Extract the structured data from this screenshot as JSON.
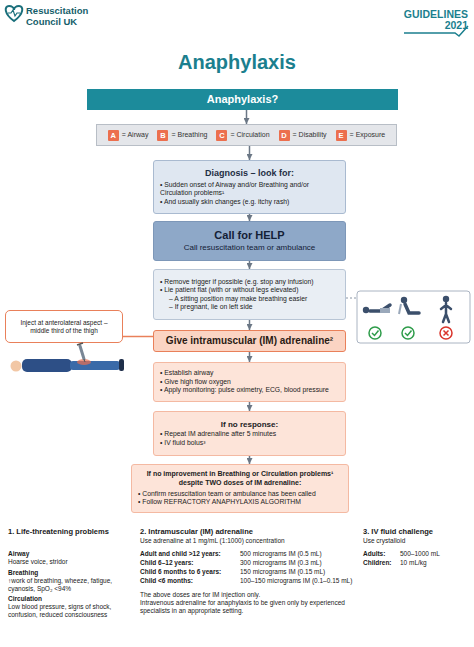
{
  "diagram": {
    "title": "Anaphylaxis",
    "nodes": [
      {
        "text": [
          "Anaphylaxis?"
        ]
      },
      {
        "text": [
          "A",
          "= Airway",
          "B",
          "= Breathing",
          "C",
          "= Circulation",
          "D",
          "= Disability",
          "E",
          "= Exposure"
        ]
      },
      {
        "text": [
          "Diagnosis – look for:",
          "• Sudden onset of Airway and/or Breathing and/or Circulation problems¹",
          "• And usually skin changes (e.g. itchy rash)"
        ]
      },
      {
        "text": [
          "Call for HELP",
          "Call resuscitation team or ambulance"
        ]
      },
      {
        "text": [
          "• Remove trigger if possible (e.g. stop any infusion)",
          "• Lie patient flat (with or without legs elevated)",
          "– A sitting position may make breathing easier",
          "– If pregnant, lie on left side"
        ]
      },
      {
        "text": [
          "Give intramuscular (IM) adrenaline²"
        ]
      },
      {
        "text": [
          "Inject at anterolateral aspect – middle third of the thigh"
        ]
      },
      {
        "text": [
          "• Establish airway",
          "• Give high flow oxygen",
          "• Apply monitoring: pulse oximetry, ECG, blood pressure"
        ]
      },
      {
        "text": [
          "If no response:",
          "• Repeat IM adrenaline after 5 minutes",
          "• IV fluid bolus³"
        ]
      },
      {
        "text": [
          "If no improvement in Breathing or Circulation problems¹ despite TWO doses of IM adrenaline:",
          "• Confirm resuscitation team or ambulance has been called",
          "• Follow REFRACTORY ANAPHYLAXIS ALGORITHM"
        ]
      }
    ],
    "edges": [
      {
        "from": 0,
        "to": 1,
        "arrow": "to"
      },
      {
        "from": 1,
        "to": 2,
        "arrow": "to"
      },
      {
        "from": 2,
        "to": 3,
        "arrow": "to"
      },
      {
        "from": 3,
        "to": 4,
        "arrow": "to"
      },
      {
        "from": 4,
        "to": 5,
        "arrow": "to"
      },
      {
        "from": 5,
        "to": 7,
        "arrow": "to"
      },
      {
        "from": 7,
        "to": 8,
        "arrow": "to"
      },
      {
        "from": 8,
        "to": 9,
        "arrow": "to"
      },
      {
        "from": 5,
        "to": 6,
        "arrow": "none"
      }
    ],
    "labels": [
      "Resuscitation Council UK",
      "GUIDELINES",
      "2021",
      "1. Life-threatening problems",
      "Airway",
      "Hoarse voice, stridor",
      "Breathing",
      "↑work of breathing, wheeze, fatigue, cyanosis, SpO₂ <94%",
      "Circulation",
      "Low blood pressure, signs of shock, confusion, reduced consciousness",
      "2. Intramuscular (IM) adrenaline",
      "Use adrenaline at 1 mg/mL (1:1000) concentration",
      "Adult and child >12 years:",
      "500 micrograms IM (0.5 mL)",
      "Child 6–12 years:",
      "300 micrograms IM (0.3 mL)",
      "Child 6 months to 6 years:",
      "150 micrograms IM (0.15 mL)",
      "Child <6 months:",
      "100–150 micrograms IM (0.1–0.15 mL)",
      "The above doses are for IM injection only.",
      "Intravenous adrenaline for anaphylaxis to be given only by experienced specialists in an appropriate setting.",
      "3. IV fluid challenge",
      "Use crystalloid",
      "Adults:",
      "500–1000 mL",
      "Children:",
      "10 mL/kg"
    ]
  }
}
